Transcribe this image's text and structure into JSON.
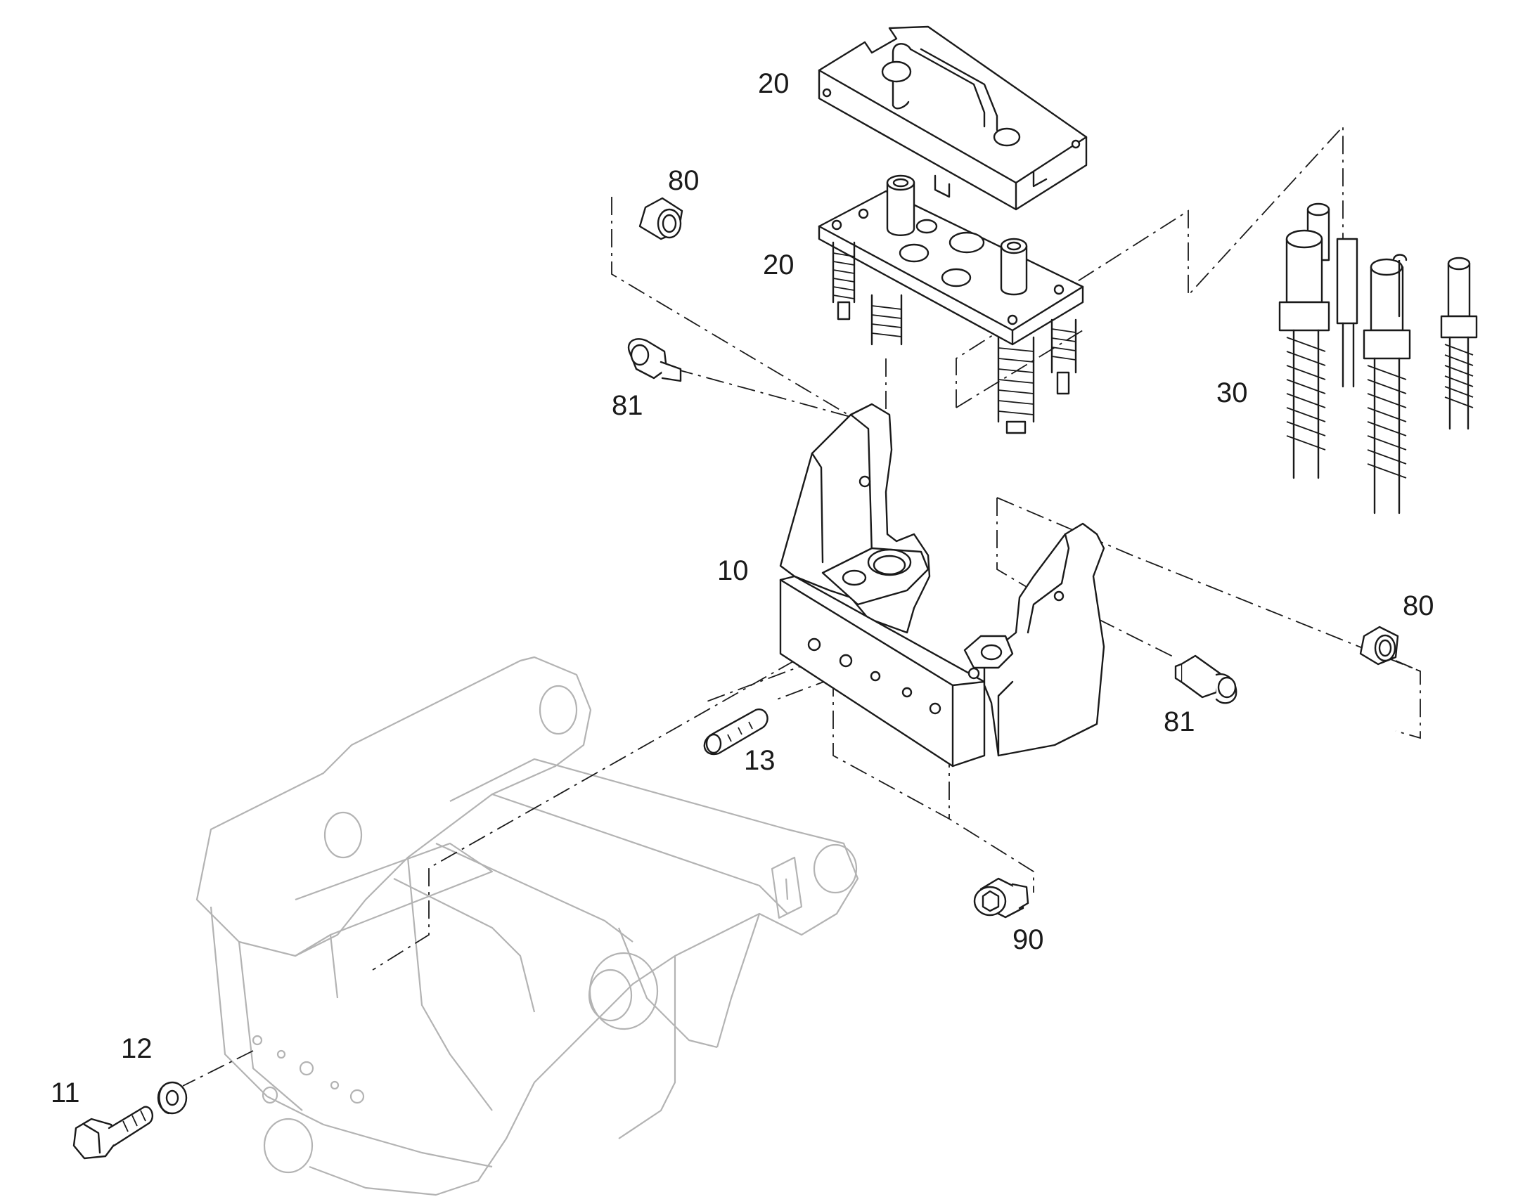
{
  "diagram": {
    "callouts": {
      "c20_top": "20",
      "c80_top": "80",
      "c20_mid": "20",
      "c81_top": "81",
      "c30": "30",
      "c10": "10",
      "c80_right": "80",
      "c81_right": "81",
      "c13": "13",
      "c90": "90",
      "c12": "12",
      "c11": "11"
    }
  }
}
